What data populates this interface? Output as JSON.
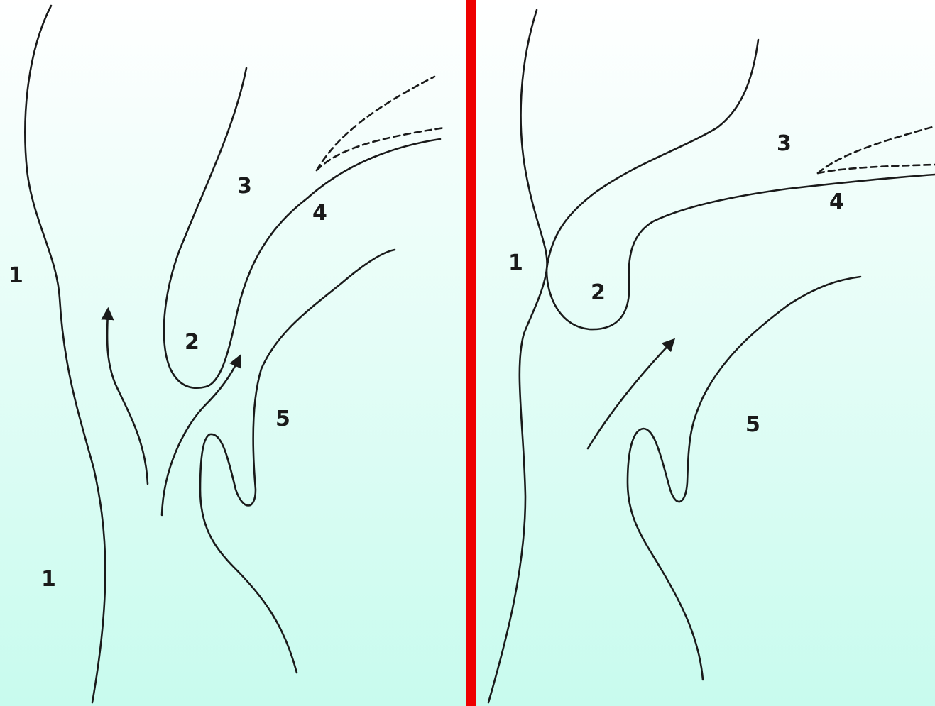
{
  "colors": {
    "background_top": "#ffffff",
    "background_bottom": "#c8fbee",
    "divider": "#ee0000",
    "stroke": "#1a1a1a"
  },
  "left_panel": {
    "labels": {
      "region_1_upper": "1",
      "region_1_lower": "1",
      "region_2": "2",
      "region_3": "3",
      "region_4": "4",
      "region_5": "5"
    }
  },
  "right_panel": {
    "labels": {
      "region_1": "1",
      "region_2": "2",
      "region_3": "3",
      "region_4": "4",
      "region_5": "5"
    }
  }
}
